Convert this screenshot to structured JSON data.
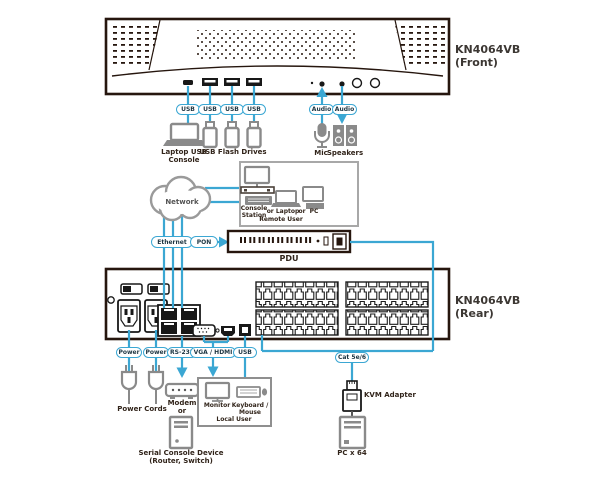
{
  "palette": {
    "line_blue": "#3BA7D3",
    "device_dark": "#26160e",
    "icon_gray": "#8a8a8a",
    "label_dark": "#31241a",
    "title_gray": "#3c3733"
  },
  "front": {
    "title": "KN4064VB",
    "subtitle": "(Front)",
    "usb_pills": [
      "USB",
      "USB",
      "USB",
      "USB"
    ],
    "audio_pills": [
      "Audio",
      "Audio"
    ],
    "laptop_line1": "Laptop USB",
    "laptop_line2": "Console",
    "flash_label": "USB Flash Drives",
    "mic_label": "Mic",
    "speakers_label": "Speakers"
  },
  "middle": {
    "cloud": "Network",
    "ethernet": "Ethernet",
    "pon": "PON",
    "pdu": "PDU",
    "remote": {
      "station_line1": "Console",
      "station_line2": "Station",
      "or_laptop": "or Laptop",
      "or": "or",
      "pc": "PC",
      "caption": "Remote User"
    }
  },
  "rear": {
    "title": "KN4064VB",
    "subtitle": "(Rear)",
    "power_pills": [
      "Power",
      "Power"
    ],
    "rs232": "RS-232",
    "vga_hdmi": "VGA / HDMI",
    "usb": "USB",
    "cat5": "Cat 5e/6",
    "power_cords": "Power Cords",
    "modem_line1": "Modem",
    "modem_line2": "or",
    "serial_line1": "Serial Console Device",
    "serial_line2": "(Router, Switch)",
    "local": {
      "monitor": "Monitor",
      "kb1": "Keyboard /",
      "kb2": "Mouse",
      "caption": "Local User"
    },
    "kvm_adapter": "KVM Adapter",
    "pc": "PC x 64"
  }
}
